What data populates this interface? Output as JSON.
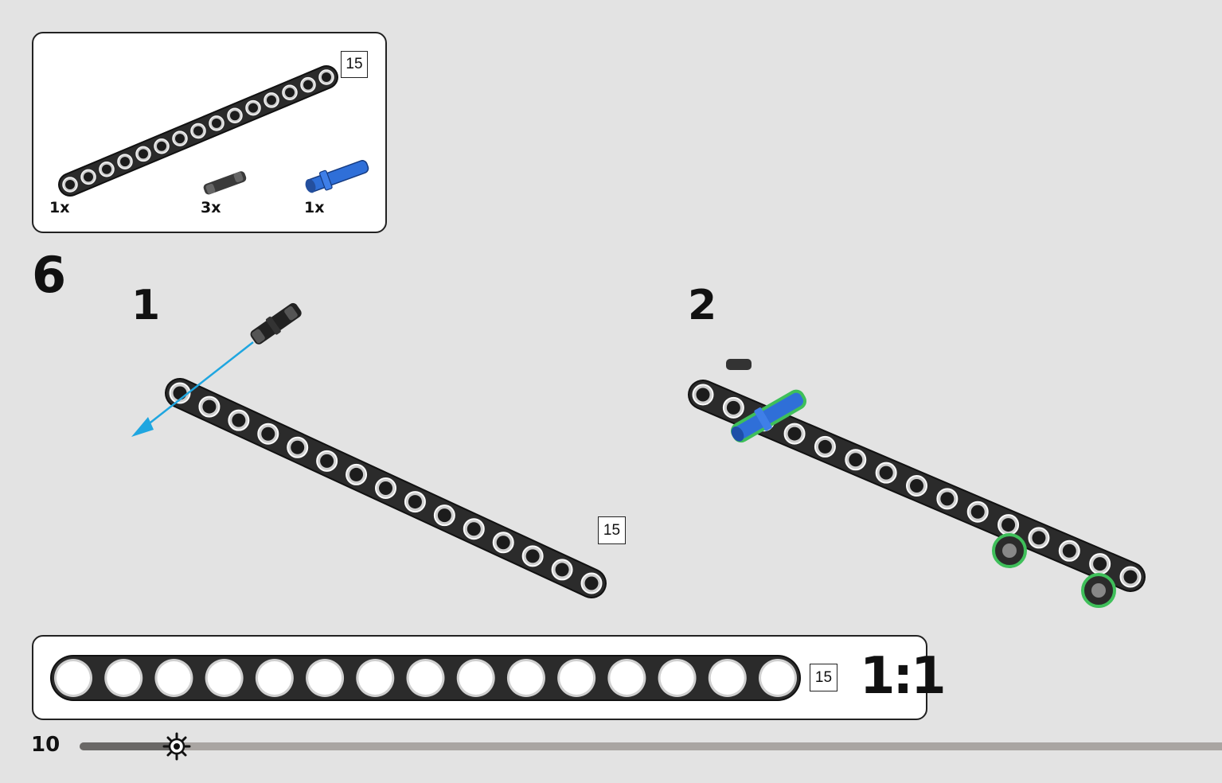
{
  "parts_list": {
    "items": [
      {
        "quantity": "1x",
        "name": "beam-15",
        "size_label": "15",
        "color": "#2b2b2b"
      },
      {
        "quantity": "3x",
        "name": "friction-pin",
        "color": "#3a3a3a"
      },
      {
        "quantity": "1x",
        "name": "long-pin-with-friction",
        "color": "#2f6fd8"
      }
    ]
  },
  "step": {
    "number": "6",
    "substeps": [
      {
        "number": "1",
        "beam_label": "15"
      },
      {
        "number": "2"
      }
    ]
  },
  "ruler": {
    "size_label": "15",
    "scale": "1:1",
    "holes": 15
  },
  "footer": {
    "page_number": "10",
    "progress_fraction": 0.085,
    "progress_icon": "gear-icon"
  },
  "colors": {
    "beam": "#2b2b2b",
    "pin_blue": "#2f6fd8",
    "new_part_outline": "#3fbf5a",
    "arrow": "#1fa6e0"
  }
}
